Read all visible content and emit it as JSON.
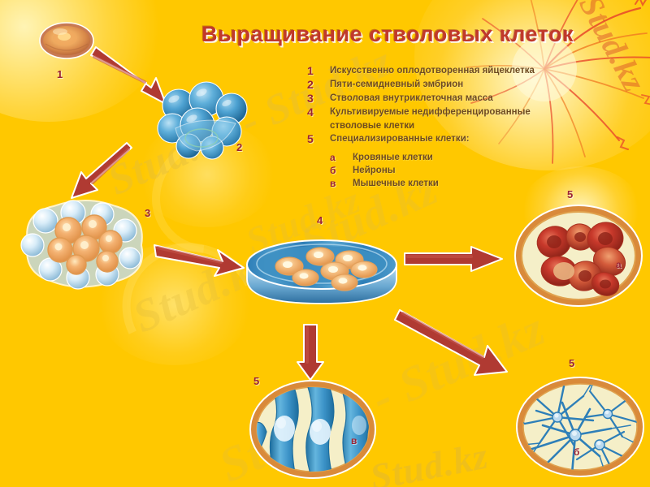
{
  "page": {
    "title": "Выращивание стволовых клеток",
    "background_color": "#FFC800",
    "accent_color": "#C0392B",
    "label_color": "#9B2335",
    "text_color": "#6E4B20",
    "arrow_color": "#B03A32",
    "watermark": "Stud.kz",
    "watermark_alt": "Stud.kz - Stud.kz"
  },
  "legend": {
    "items": [
      {
        "num": "1",
        "text": "Искусственно оплодотворенная яйцеклетка"
      },
      {
        "num": "2",
        "text": "Пяти-семидневный эмбрион"
      },
      {
        "num": "3",
        "text": "Стволовая внутриклеточная масса"
      },
      {
        "num": "4",
        "text": "Культивируемые недифференцированные",
        "text2": "стволовые клетки"
      },
      {
        "num": "5",
        "text": "Специализированные клетки:"
      }
    ],
    "sub_items": [
      {
        "letter": "а",
        "text": "Кровяные клетки"
      },
      {
        "letter": "б",
        "text": "Нейроны"
      },
      {
        "letter": "в",
        "text": "Мышечные клетки"
      }
    ]
  },
  "figures": {
    "egg": {
      "label": "1",
      "name": "Искусственно оплодотворенная яйцеклетка"
    },
    "embryo": {
      "label": "2",
      "name": "Пяти-семидневный эмбрион"
    },
    "blastocyst": {
      "label": "3",
      "name": "Стволовая внутриклеточная масса"
    },
    "dish": {
      "label": "4",
      "name": "Культивируемые недифференцированные стволовые клетки"
    },
    "blood": {
      "label": "5",
      "sublabel": "а",
      "name": "Кровяные клетки"
    },
    "muscle": {
      "label": "5",
      "sublabel": "в",
      "name": "Мышечные клетки"
    },
    "neuron": {
      "label": "5",
      "sublabel": "б",
      "name": "Нейроны"
    }
  },
  "colors": {
    "egg_outer": "#D98A5A",
    "egg_inner": "#F2B06A",
    "embryo_blue": "#3C93C8",
    "blastocyst_blue": "#8FC4E2",
    "blastocyst_orange": "#F0A860",
    "dish_blue": "#2E7FB8",
    "blood_red": "#C0392B",
    "neuron_blue": "#2E7FB8",
    "muscle_blue": "#3C93C8",
    "dish_cream": "#F5EFC8",
    "ring_orange": "#D98A3A"
  }
}
